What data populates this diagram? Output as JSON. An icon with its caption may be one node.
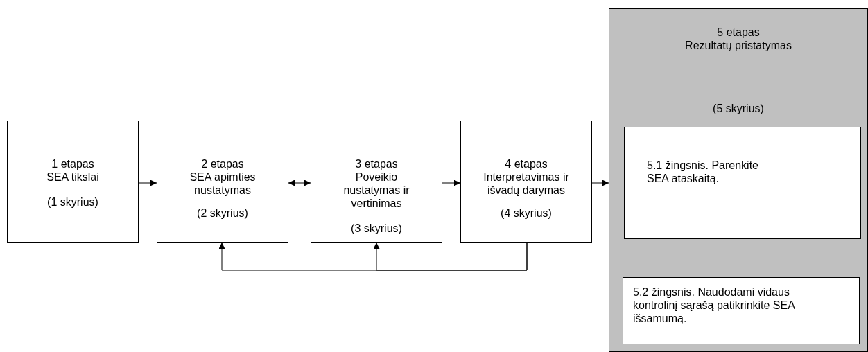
{
  "diagram": {
    "nodes": [
      {
        "text": [
          "1 etapas",
          "SEA tikslai",
          "(1 skyrius)"
        ]
      },
      {
        "text": [
          "2 etapas",
          "SEA apimties nustatymas",
          "(2 skyrius)"
        ]
      },
      {
        "text": [
          "3 etapas",
          "Poveikio nustatymas ir vertinimas",
          "(3 skyrius)"
        ]
      },
      {
        "text": [
          "4 etapas",
          "Interpretavimas ir išvadų darymas",
          "(4 skyrius)"
        ]
      },
      {
        "text": [
          "5 etapas",
          "Rezultatų pristatymas",
          "(5 skyrius)"
        ]
      },
      {
        "text": [
          "5.1 žingsnis. Parenkite SEA ataskaitą."
        ],
        "in": 4
      },
      {
        "text": [
          "5.2 žingsnis. Naudodami vidaus kontrolinį sąrašą patikrinkite SEA išsamumą."
        ],
        "in": 4
      }
    ],
    "edges": [
      {
        "from": 0,
        "to": 1,
        "arrow": "to"
      },
      {
        "from": 1,
        "to": 2,
        "arrow": "both"
      },
      {
        "from": 2,
        "to": 3,
        "arrow": "to"
      },
      {
        "from": 3,
        "to": 4,
        "arrow": "to"
      },
      {
        "from": 3,
        "to": 1,
        "arrow": "to"
      },
      {
        "from": 3,
        "to": 2,
        "arrow": "to"
      }
    ]
  }
}
